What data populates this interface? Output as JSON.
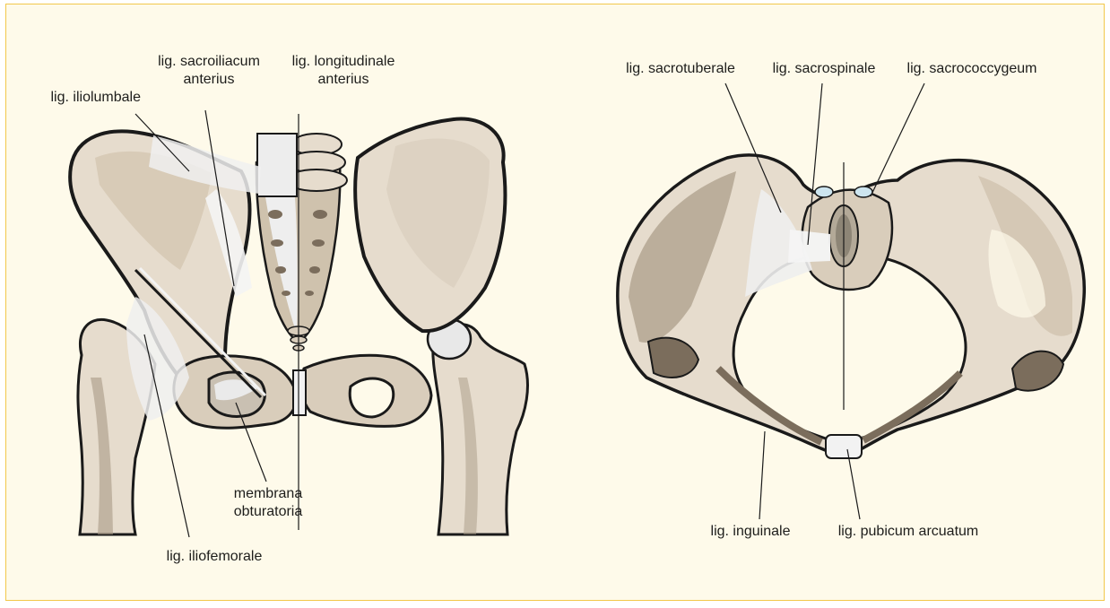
{
  "labels": {
    "iliolumbale": "lig. iliolumbale",
    "sacroiliacum_l1": "lig. sacroiliacum",
    "sacroiliacum_l2": "anterius",
    "longitudinale_l1": "lig. longitudinale",
    "longitudinale_l2": "anterius",
    "membrana_l1": "membrana",
    "membrana_l2": "obturatoria",
    "iliofemorale": "lig. iliofemorale",
    "sacrotuberale": "lig. sacrotuberale",
    "sacrospinale": "lig. sacrospinale",
    "sacrococcygeum": "lig. sacrococcygeum",
    "inguinale": "lig. inguinale",
    "pubicum": "lig. pubicum arcuatum"
  },
  "colors": {
    "panel_background": "#fefaea",
    "panel_border": "#f2c84b",
    "bone": "#e6dccd",
    "bone_shadow": "#a89a86",
    "bone_dark": "#7b6d5c",
    "ligament": "#f2f2f2",
    "outline": "#1a1a1a"
  }
}
